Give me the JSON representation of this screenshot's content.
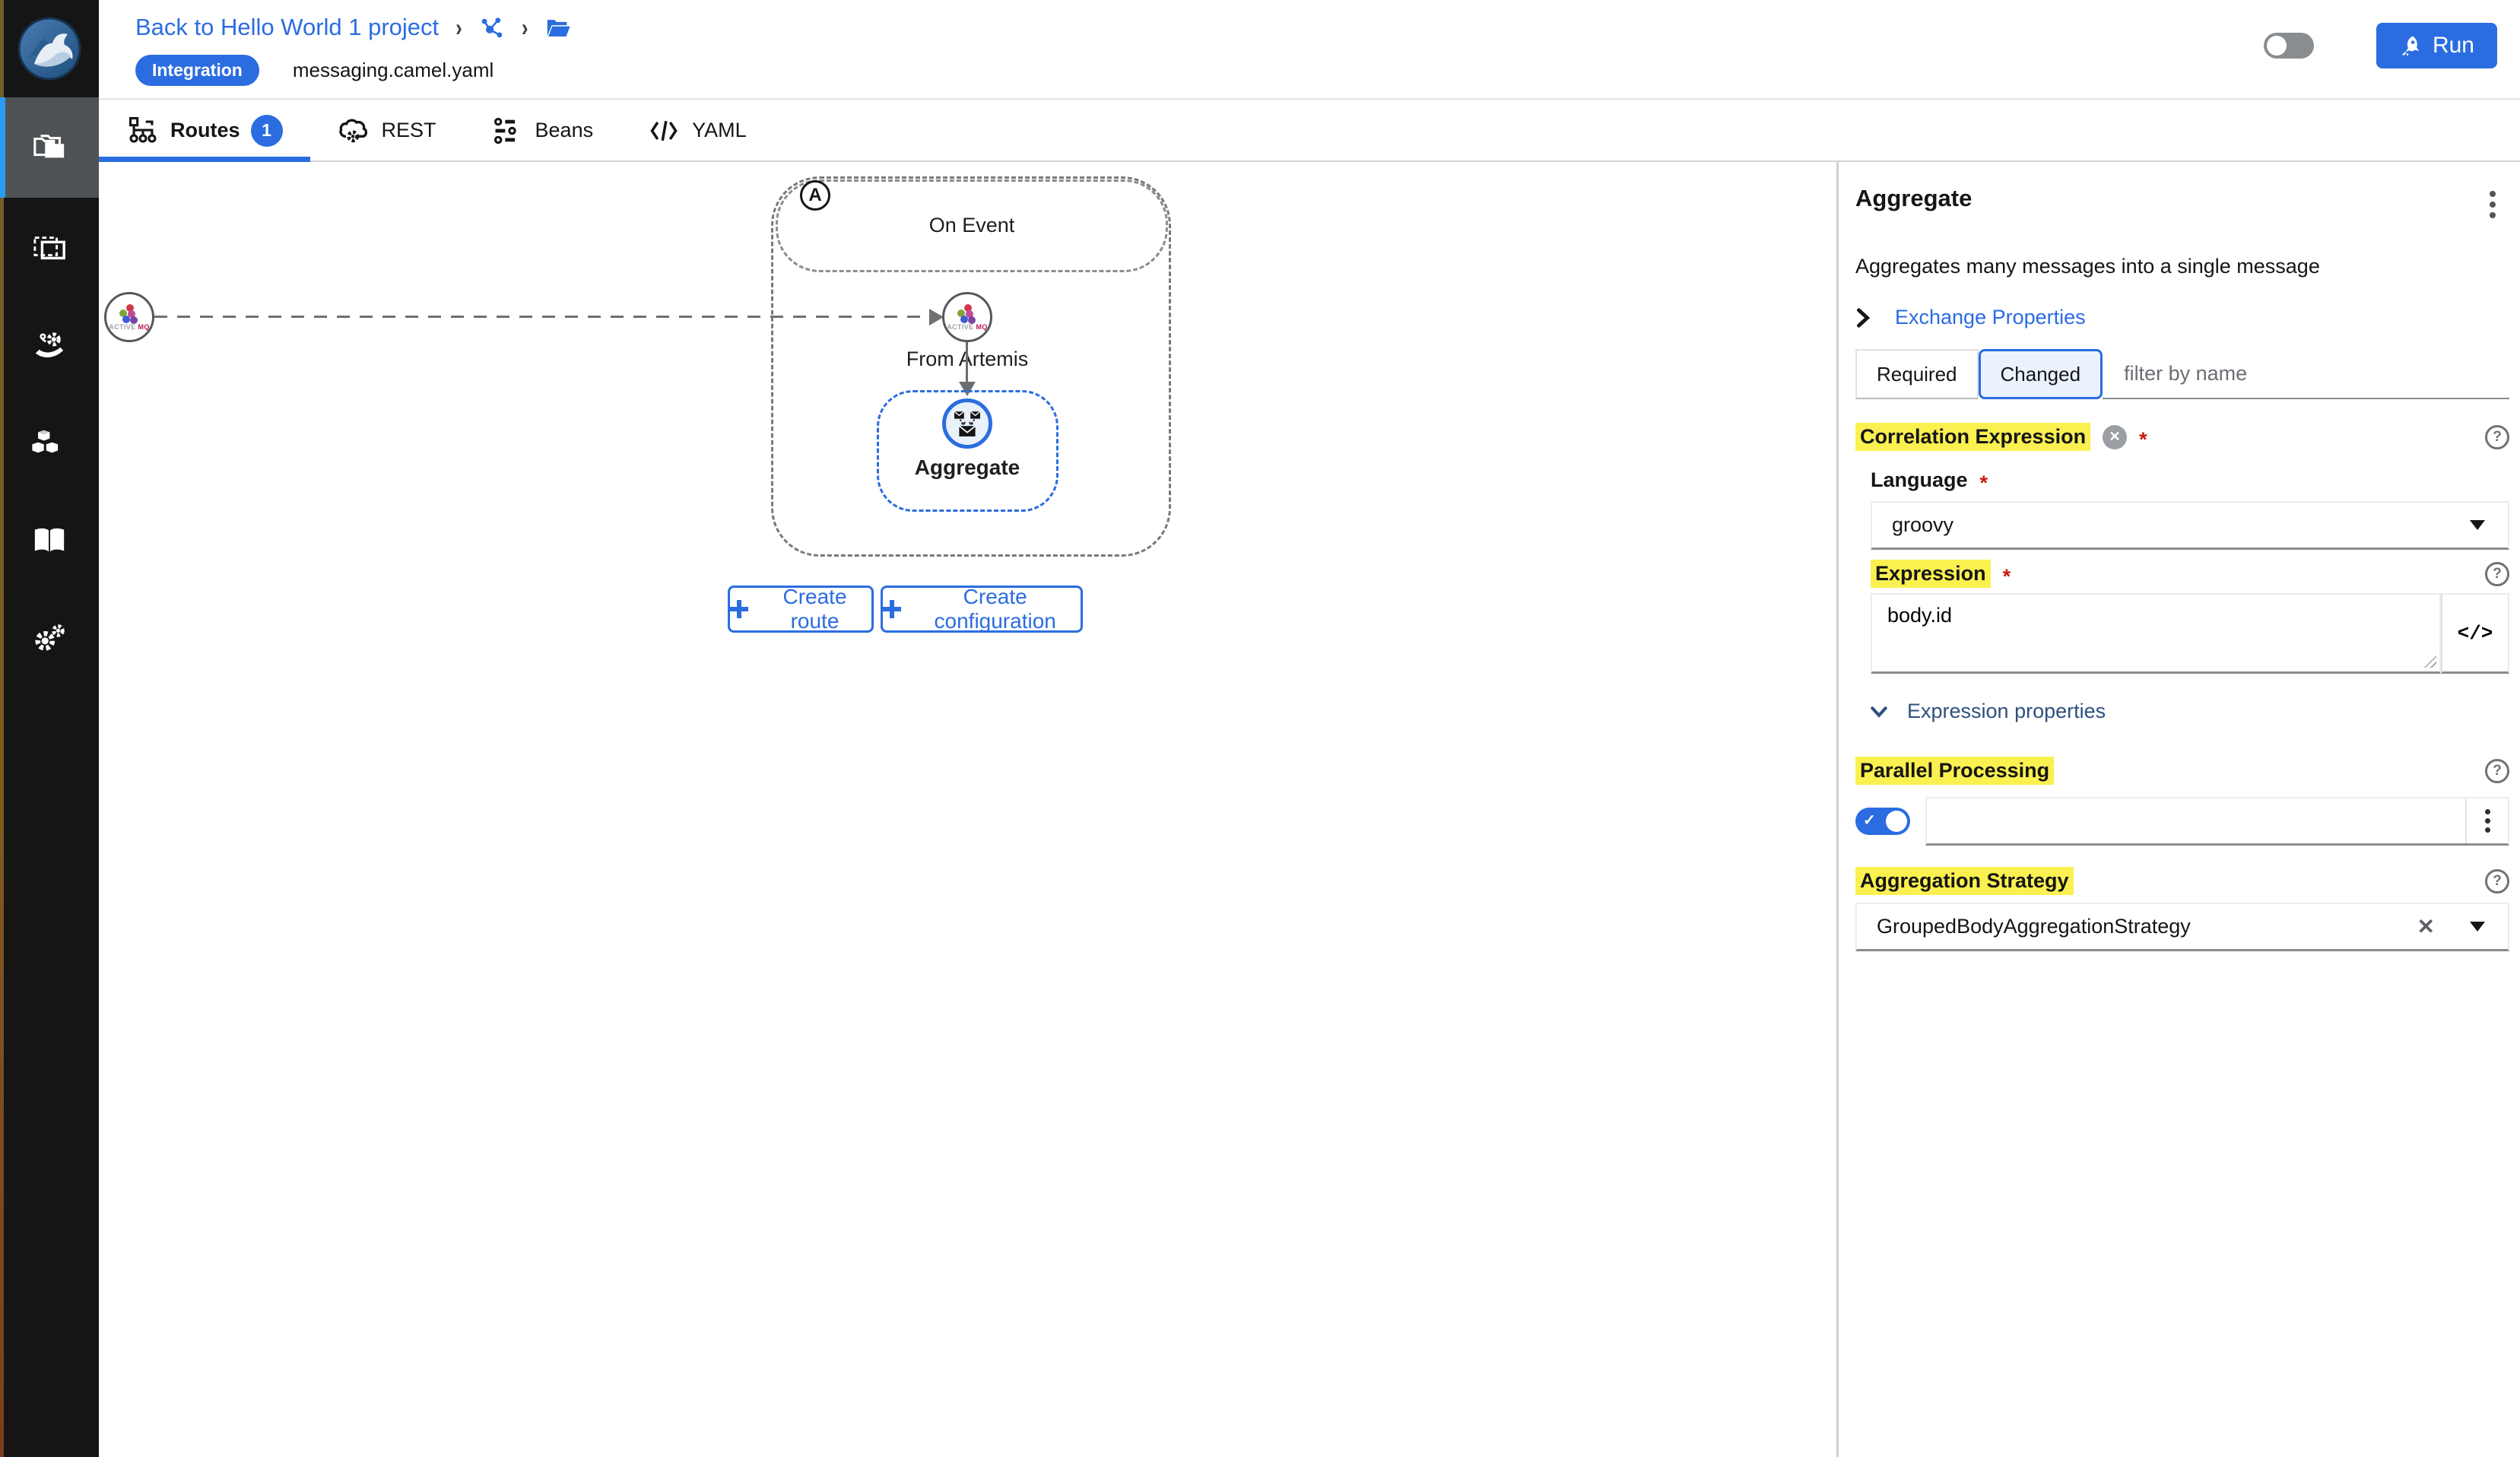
{
  "colors": {
    "accent": "#2b6de0",
    "highlight": "#faf050",
    "sidebar_bg": "#151515",
    "danger": "#c9190b"
  },
  "icons": {
    "help_glyph": "?",
    "check_glyph": "✓",
    "clear_glyph": "✕",
    "close_glyph": "✕",
    "code_glyph": "</>",
    "separator": "›",
    "plus": "+"
  },
  "sidebar": {
    "icons": [
      "camel-logo",
      "projects",
      "canvas-board",
      "services",
      "components",
      "documentation",
      "settings"
    ]
  },
  "header": {
    "back_link": "Back to Hello World 1 project",
    "badge": "Integration",
    "filename": "messaging.camel.yaml",
    "run_label": "Run"
  },
  "tabs": [
    {
      "label": "Routes",
      "badge": "1",
      "active": true
    },
    {
      "label": "REST",
      "active": false
    },
    {
      "label": "Beans",
      "active": false
    },
    {
      "label": "YAML",
      "active": false
    }
  ],
  "canvas": {
    "group_badge": "A",
    "on_event_label": "On Event",
    "from_node_label": "From Artemis",
    "aggregate_node_label": "Aggregate",
    "activemq": {
      "active": "ACTIVE",
      "mq": "MQ"
    },
    "create_route_label": "Create route",
    "create_configuration_label": "Create configuration"
  },
  "panel": {
    "title": "Aggregate",
    "description": "Aggregates many messages into a single message",
    "exchange_properties_label": "Exchange Properties",
    "filter": {
      "required_label": "Required",
      "changed_label": "Changed",
      "placeholder": "filter by name"
    },
    "correlation_expression": {
      "label": "Correlation Expression",
      "language_label": "Language",
      "language_value": "groovy",
      "expression_label": "Expression",
      "expression_value": "body.id",
      "properties_toggle_label": "Expression properties"
    },
    "parallel_processing": {
      "label": "Parallel Processing",
      "enabled": true
    },
    "aggregation_strategy": {
      "label": "Aggregation Strategy",
      "value": "GroupedBodyAggregationStrategy"
    }
  }
}
